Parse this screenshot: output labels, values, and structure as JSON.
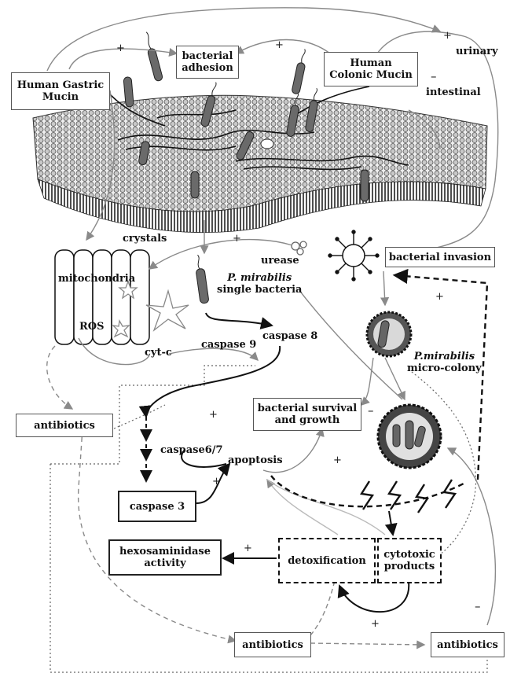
{
  "labels": {
    "human_gastric_mucin": [
      "Human Gastric",
      "Mucin"
    ],
    "bacterial_adhesion": [
      "bacterial",
      "adhesion"
    ],
    "human_colonic_mucin": [
      "Human",
      "Colonic Mucin"
    ],
    "urinary": "urinary",
    "intestinal": "intestinal",
    "crystals": "crystals",
    "mitochondria": "mitochondria",
    "ros": "ROS",
    "cyt_c": "cyt-c",
    "urease": "urease",
    "p_mirabilis_single": [
      "P. mirabilis",
      "single bacteria"
    ],
    "caspase9": "caspase 9",
    "caspase8": "caspase 8",
    "bacterial_invasion": "bacterial invasion",
    "p_mirabilis_micro": [
      "P.mirabilis",
      "micro-colony"
    ],
    "bacterial_survival": [
      "bacterial survival",
      "and growth"
    ],
    "antibiotics_left": "antibiotics",
    "caspase67": "caspase6/7",
    "apoptosis": "apoptosis",
    "caspase3": "caspase 3",
    "hexosaminidase": [
      "hexosaminidase",
      "activity"
    ],
    "detoxification": "detoxification",
    "cytotoxic": [
      "cytotoxic",
      "products"
    ],
    "antibiotics_bottom": "antibiotics",
    "antibiotics_right": "antibiotics"
  },
  "signs": {
    "plus": "+",
    "minus": "–"
  },
  "colors": {
    "bacteria": "#6a6a6a",
    "membrane_light": "#d8d8d8",
    "membrane_dark": "#444444",
    "arrow_gray": "#8a8a8a"
  }
}
